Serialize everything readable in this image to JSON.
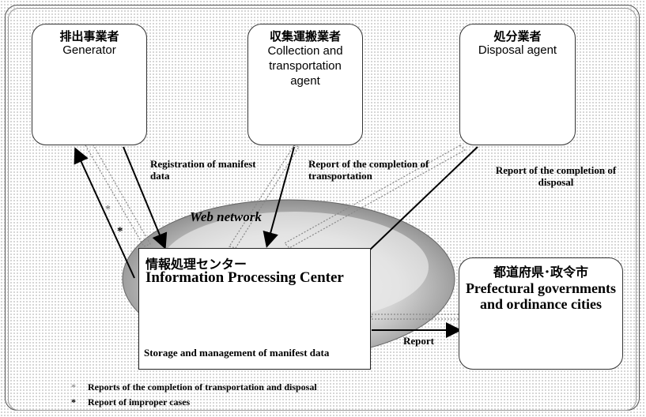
{
  "nodes": {
    "generator": {
      "jp": "排出事業者",
      "en": "Generator"
    },
    "collection": {
      "jp": "収集運搬業者",
      "en": "Collection and transportation agent"
    },
    "disposal": {
      "jp": "処分業者",
      "en": "Disposal agent"
    },
    "ipc": {
      "jp": "情報処理センター",
      "en": "Information Processing Center",
      "caption": "Storage and management of manifest data"
    },
    "prefecture": {
      "jp": "都道府県･政令市",
      "en": "Prefectural governments and ordinance cities"
    }
  },
  "network_label": "Web network",
  "flows": {
    "registration": "Registration of manifest data",
    "completion_transport": "Report of the completion of transportation",
    "completion_disposal": "Report of the completion of disposal",
    "report": "Report"
  },
  "legend": [
    {
      "symbol": "*",
      "text": "Reports of the completion of transportation and disposal"
    },
    {
      "symbol": "*",
      "text": "Report of improper cases"
    }
  ],
  "markers": {
    "hollow": "*",
    "bold": "*"
  }
}
